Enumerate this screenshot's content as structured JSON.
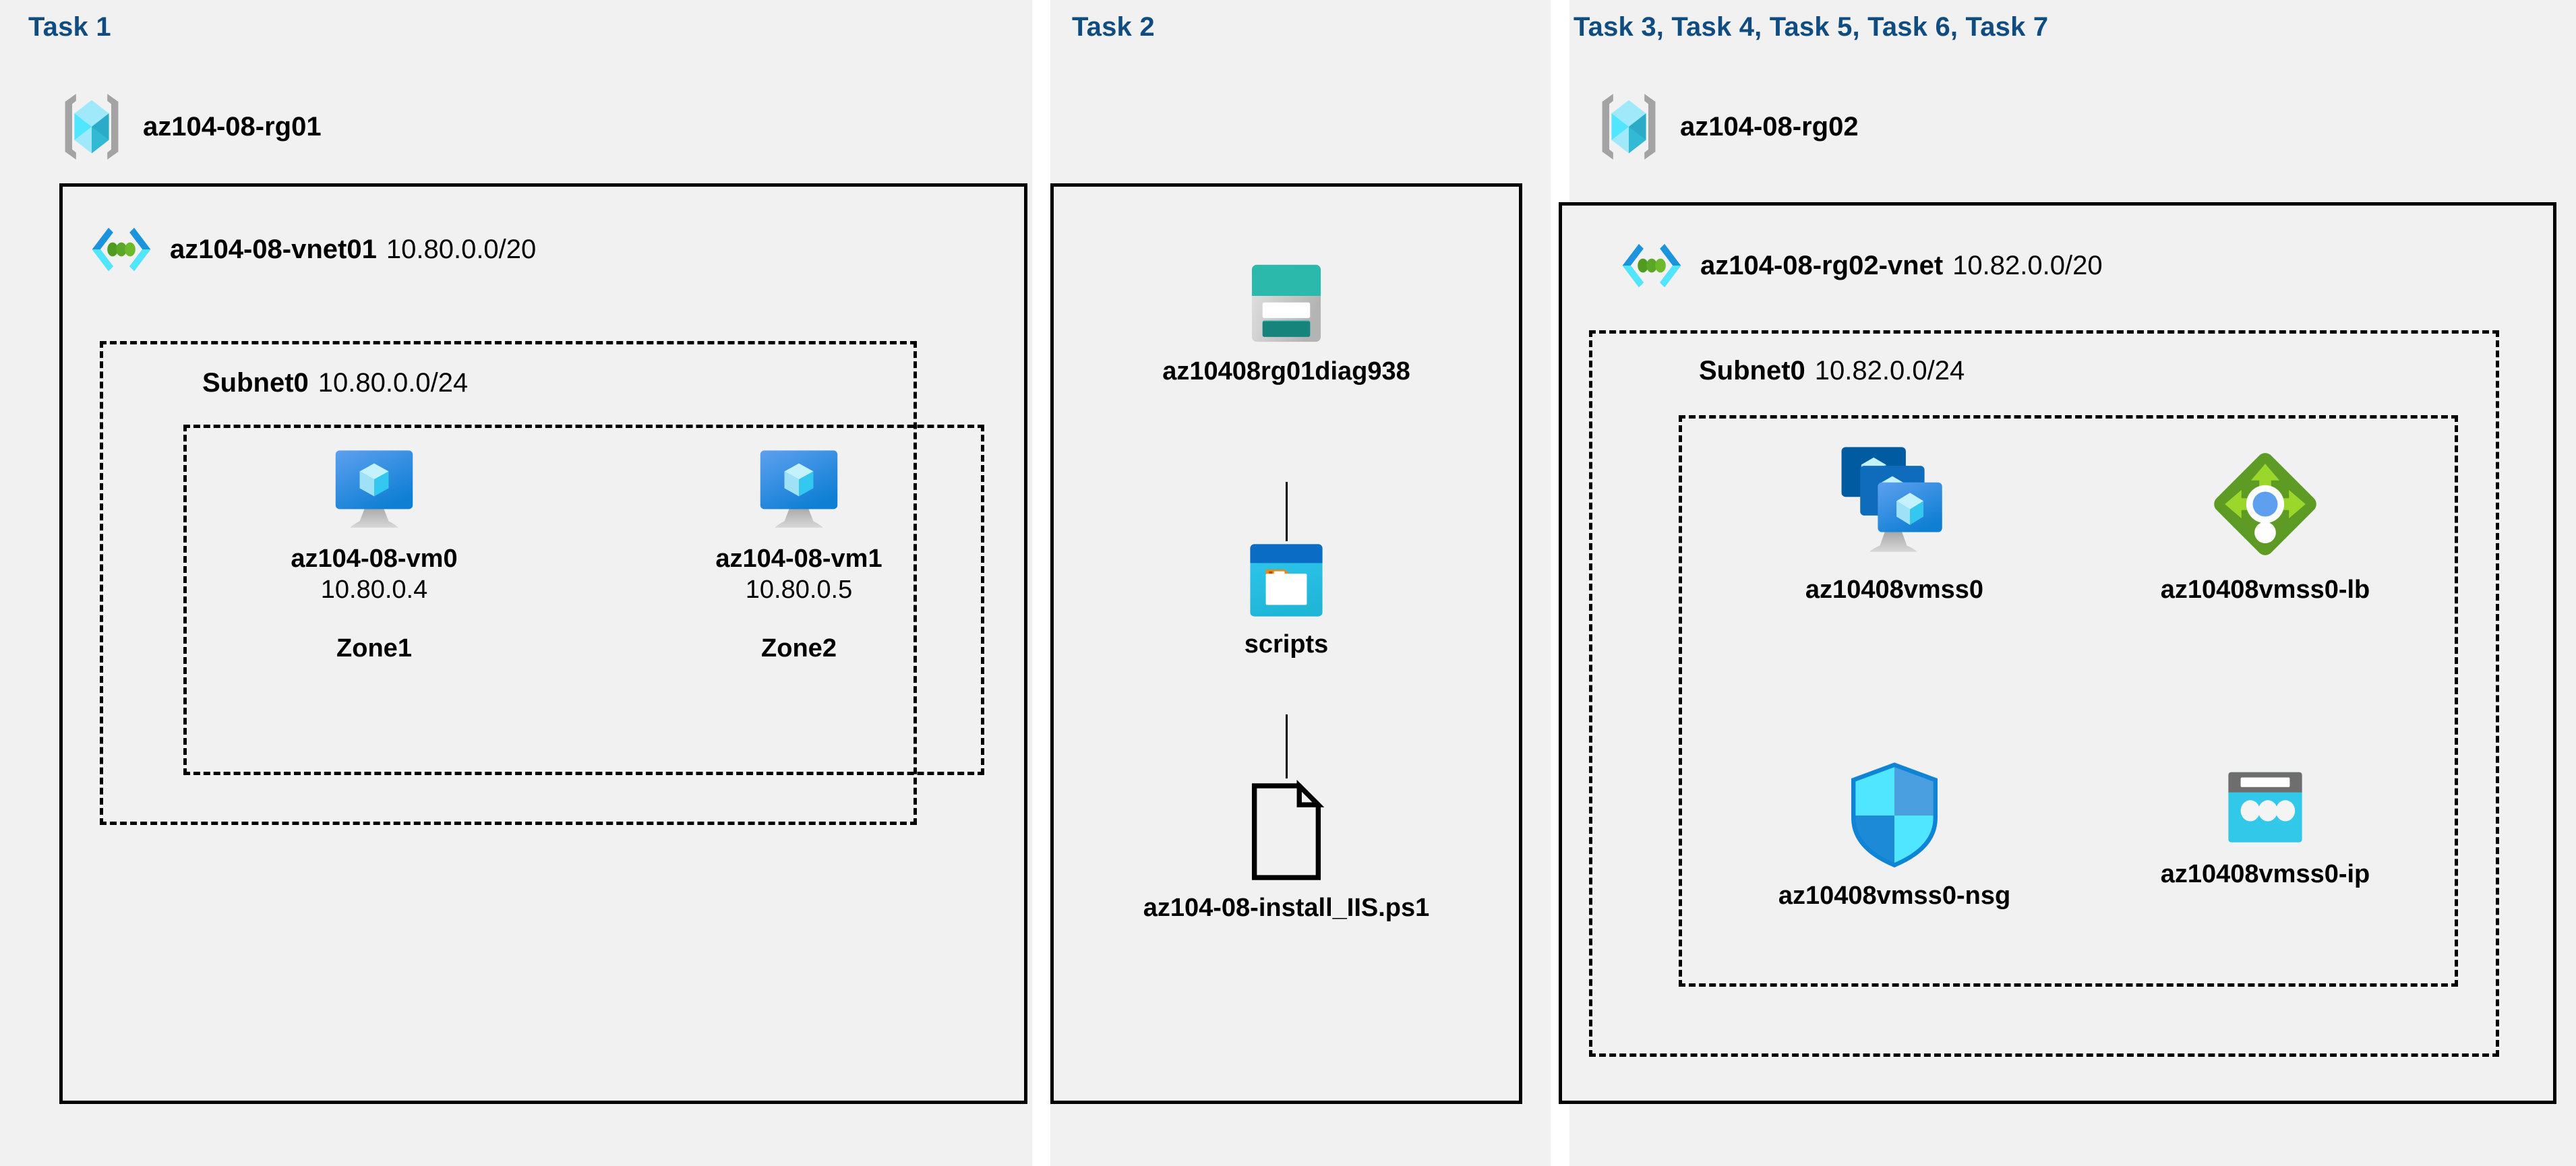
{
  "panels": [
    {
      "id": "task1",
      "title": "Task 1"
    },
    {
      "id": "task2",
      "title": "Task 2"
    },
    {
      "id": "task3",
      "title": "Task 3, Task 4, Task 5, Task 6, Task 7"
    }
  ],
  "colors": {
    "panel_background": "#f1f1f1",
    "page_background": "#ffffff",
    "title_blue": "#0f4c81",
    "border_black": "#000000",
    "azure_blue": "#0078d4",
    "azure_cyan": "#50e6ff",
    "vnet_blue": "#0f84d7",
    "storage_teal": "#2bb9ac",
    "storage_teal_dark": "#1b8378",
    "lb_green": "#5e9b24",
    "lb_green_light": "#9bd62b",
    "nsg_blue": "#0f84d7",
    "nsg_cyan": "#32d4f5",
    "pip_cyan": "#32c8ea",
    "pip_gray": "#6e6e6e",
    "blob_orange": "#f2870d",
    "blob_blue_top": "#0a6cc4"
  },
  "task1": {
    "resource_group": {
      "name": "az104-08-rg01",
      "icon": "resource-group-icon"
    },
    "vnet": {
      "name": "az104-08-vnet01",
      "cidr": "10.80.0.0/20",
      "icon": "virtual-network-icon"
    },
    "subnet": {
      "name": "Subnet0",
      "cidr": "10.80.0.0/24"
    },
    "vms": [
      {
        "name": "az104-08-vm0",
        "ip": "10.80.0.4",
        "zone": "Zone1",
        "icon": "virtual-machine-icon"
      },
      {
        "name": "az104-08-vm1",
        "ip": "10.80.0.5",
        "zone": "Zone2",
        "icon": "virtual-machine-icon"
      }
    ]
  },
  "task2": {
    "storage_account": {
      "name": "az10408rg01diag938",
      "icon": "storage-account-icon"
    },
    "container": {
      "name": "scripts",
      "icon": "blob-container-icon"
    },
    "file": {
      "name": "az104-08-install_IIS.ps1",
      "icon": "script-file-icon"
    }
  },
  "task3": {
    "resource_group": {
      "name": "az104-08-rg02",
      "icon": "resource-group-icon"
    },
    "vnet": {
      "name": "az104-08-rg02-vnet",
      "cidr": "10.82.0.0/20",
      "icon": "virtual-network-icon"
    },
    "subnet": {
      "name": "Subnet0",
      "cidr": "10.82.0.0/24"
    },
    "resources": [
      {
        "name": "az10408vmss0",
        "icon": "vm-scale-set-icon"
      },
      {
        "name": "az10408vmss0-lb",
        "icon": "load-balancer-icon"
      },
      {
        "name": "az10408vmss0-nsg",
        "icon": "network-security-group-icon"
      },
      {
        "name": "az10408vmss0-ip",
        "icon": "public-ip-address-icon"
      }
    ]
  }
}
